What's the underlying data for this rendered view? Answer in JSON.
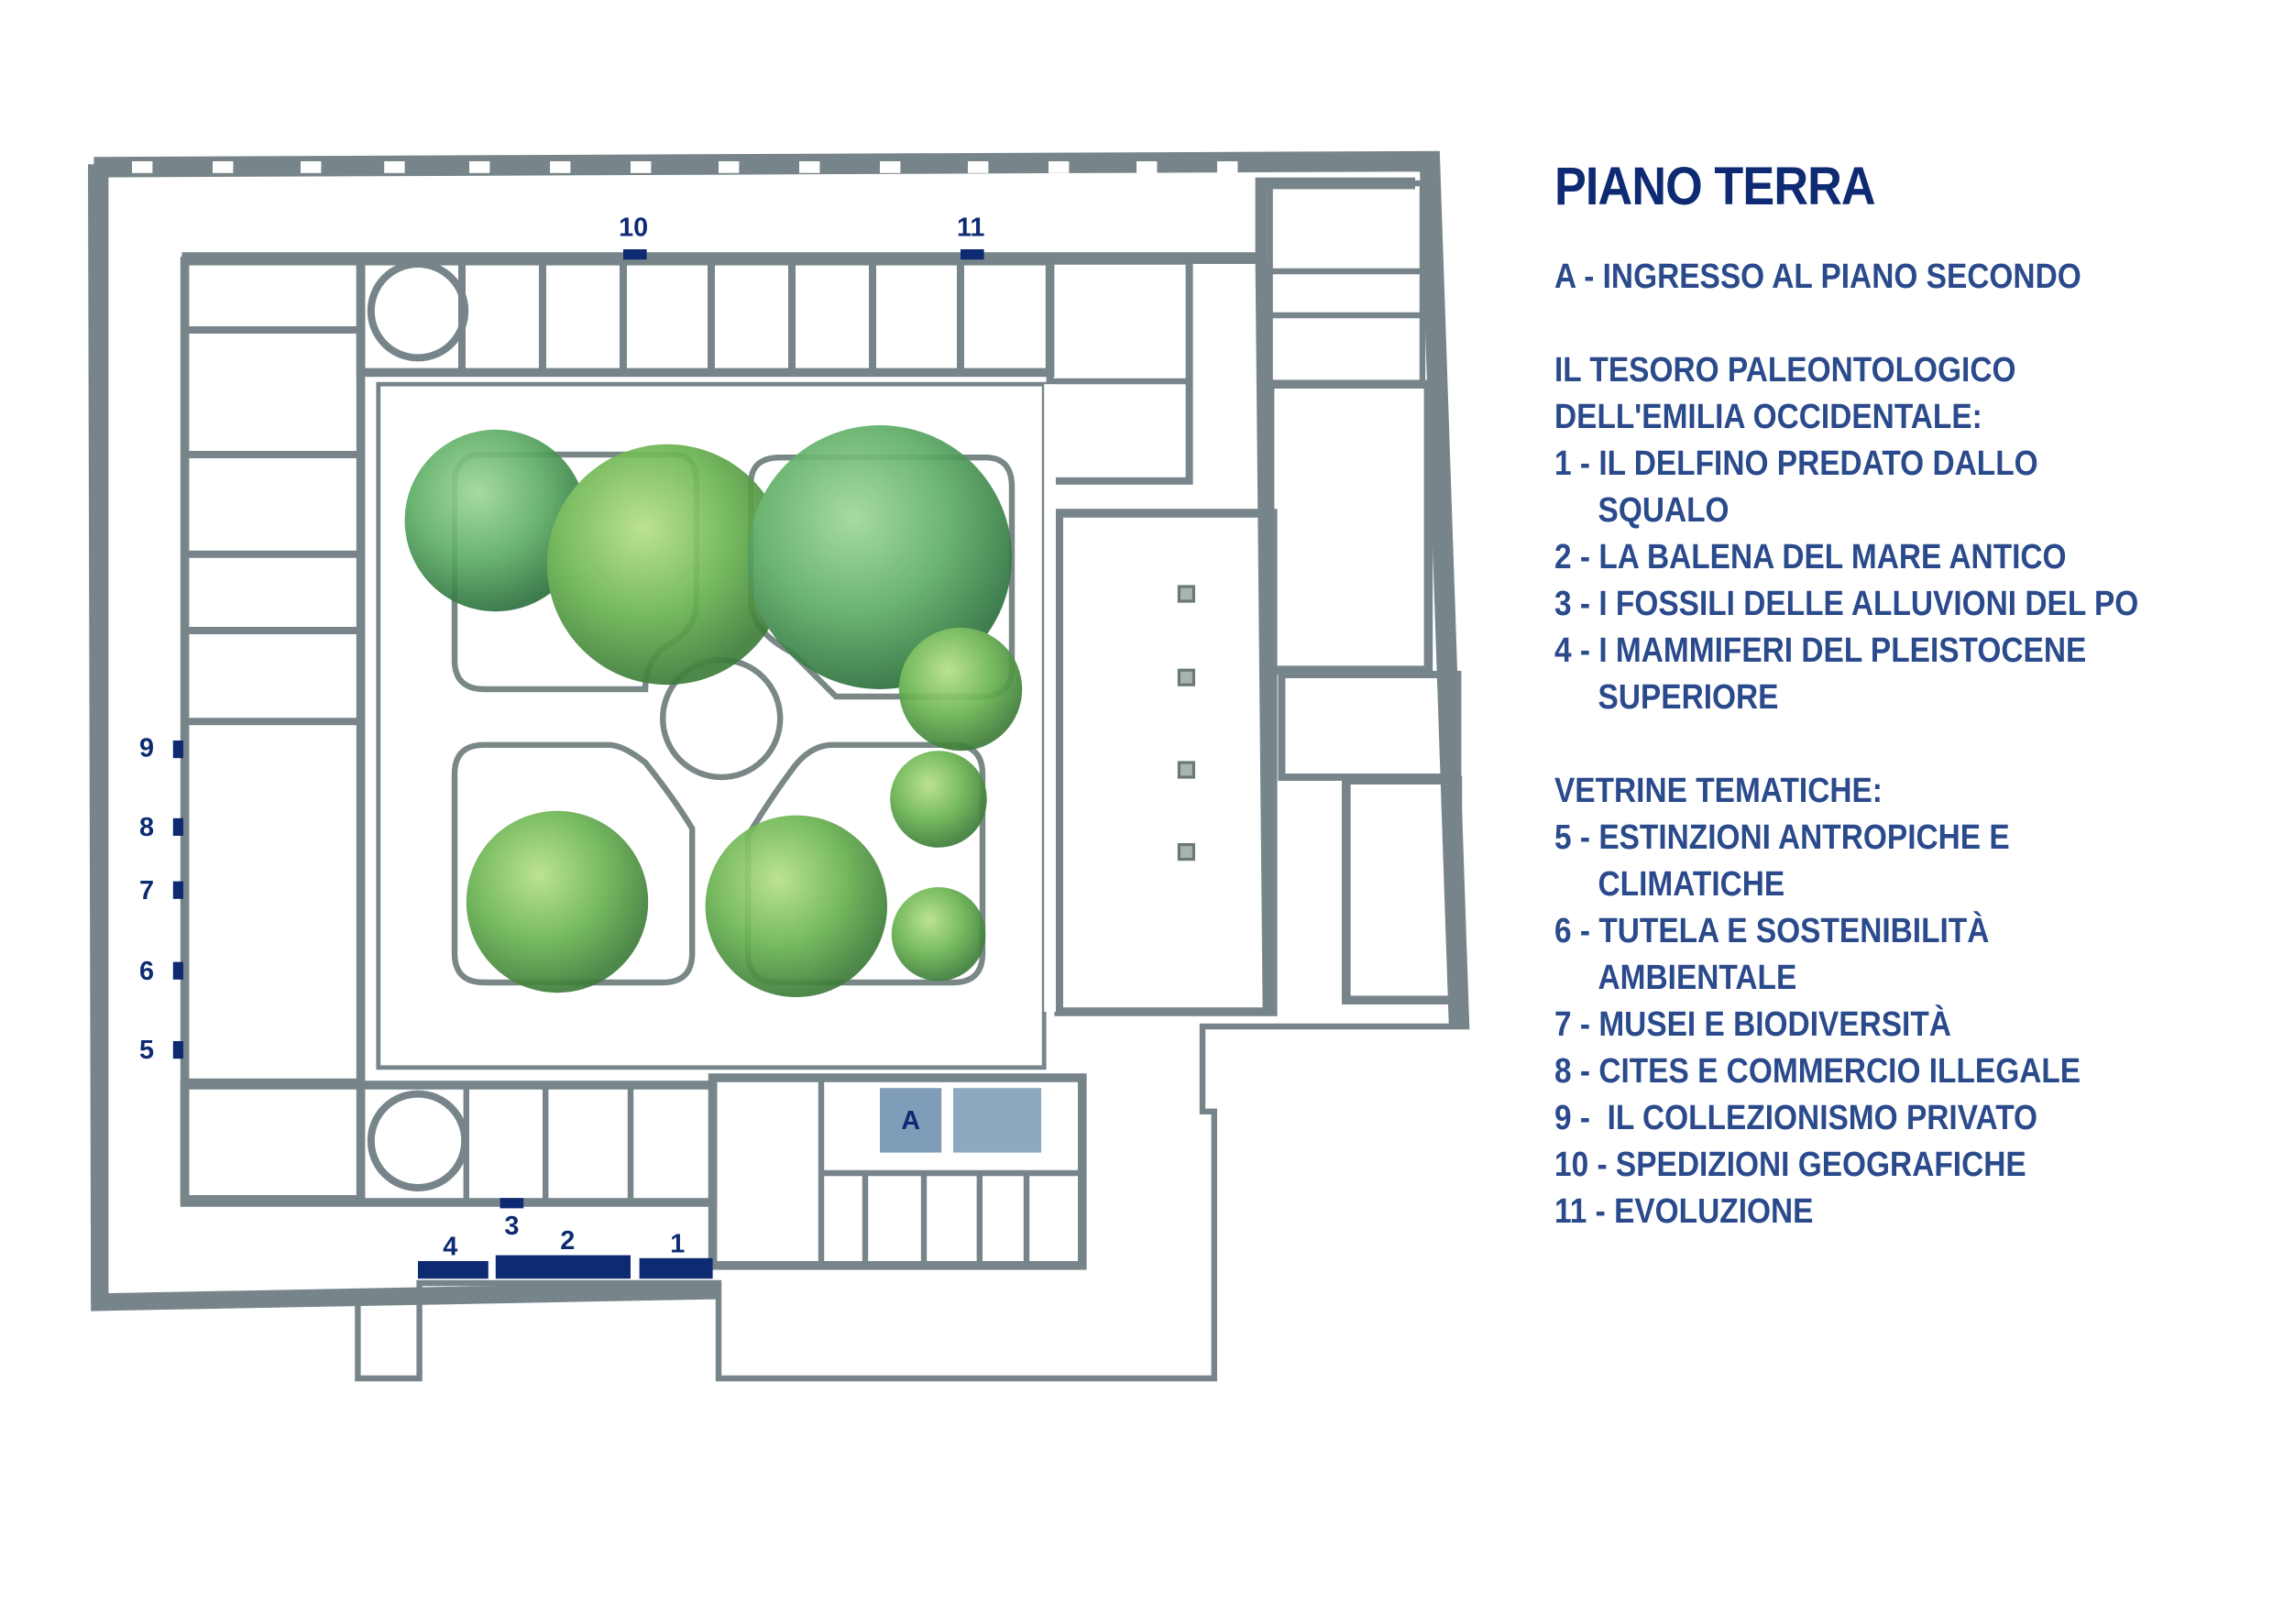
{
  "legend": {
    "title": "PIANO TERRA",
    "entrance": "A - INGRESSO AL PIANO SECONDO",
    "section1_title_1": "IL TESORO PALEONTOLOGICO",
    "section1_title_2": "DELL'EMILIA OCCIDENTALE:",
    "item1a": "1 - IL DELFINO PREDATO DALLO",
    "item1b": "SQUALO",
    "item2": "2 - LA BALENA DEL MARE ANTICO",
    "item3": "3 - I FOSSILI DELLE ALLUVIONI DEL PO",
    "item4a": "4 - I MAMMIFERI DEL PLEISTOCENE",
    "item4b": "SUPERIORE",
    "section2_title": "VETRINE TEMATICHE:",
    "item5a": "5 - ESTINZIONI ANTROPICHE E",
    "item5b": "CLIMATICHE",
    "item6a": "6 - TUTELA E SOSTENIBILITÀ",
    "item6b": "AMBIENTALE",
    "item7": "7 - MUSEI E BIODIVERSITÀ",
    "item8": "8 - CITES E COMMERCIO ILLEGALE",
    "item9": "9 -  IL COLLEZIONISMO PRIVATO",
    "item10": "10 - SPEDIZIONI GEOGRAFICHE",
    "item11": "11 - EVOLUZIONE"
  },
  "map_labels": {
    "a": "A",
    "m1": "1",
    "m2": "2",
    "m3": "3",
    "m4": "4",
    "m5": "5",
    "m6": "6",
    "m7": "7",
    "m8": "8",
    "m9": "9",
    "m10": "10",
    "m11": "11"
  },
  "colors": {
    "marker": "#0d2a72",
    "wall": "#77858a",
    "entrance": "#7f9cb8",
    "tree": "#5aa84a"
  }
}
